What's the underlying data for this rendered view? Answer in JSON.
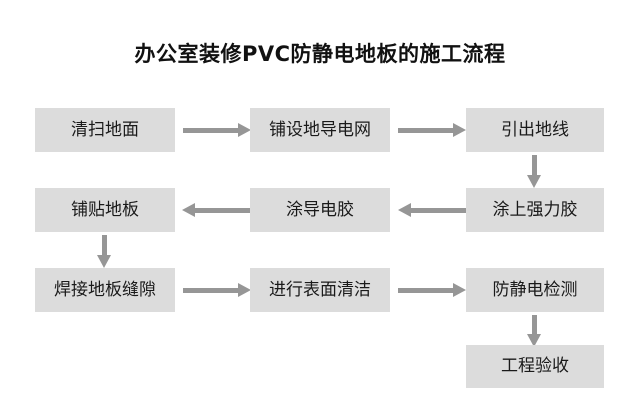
{
  "chart_data": {
    "type": "diagram",
    "diagram_type": "flowchart",
    "title": "办公室装修PVC防静电地板的施工流程",
    "orientation": "serpentine-left-right",
    "colors": {
      "node_fill": "#dcdcdc",
      "node_text": "#1a1a1a",
      "edge": "#969696",
      "background": "#ffffff",
      "title_text": "#111111"
    },
    "nodes": [
      {
        "id": "n1",
        "label": "清扫地面",
        "row": 1,
        "col": 1
      },
      {
        "id": "n2",
        "label": "铺设地导电网",
        "row": 1,
        "col": 2
      },
      {
        "id": "n3",
        "label": "引出地线",
        "row": 1,
        "col": 3
      },
      {
        "id": "n4",
        "label": "涂上强力胶",
        "row": 2,
        "col": 3
      },
      {
        "id": "n5",
        "label": "涂导电胶",
        "row": 2,
        "col": 2
      },
      {
        "id": "n6",
        "label": "铺贴地板",
        "row": 2,
        "col": 1
      },
      {
        "id": "n7",
        "label": "焊接地板缝隙",
        "row": 3,
        "col": 1
      },
      {
        "id": "n8",
        "label": "进行表面清洁",
        "row": 3,
        "col": 2
      },
      {
        "id": "n9",
        "label": "防静电检测",
        "row": 3,
        "col": 3
      },
      {
        "id": "n10",
        "label": "工程验收",
        "row": 4,
        "col": 3
      }
    ],
    "edges": [
      {
        "from": "n1",
        "to": "n2",
        "direction": "right"
      },
      {
        "from": "n2",
        "to": "n3",
        "direction": "right"
      },
      {
        "from": "n3",
        "to": "n4",
        "direction": "down"
      },
      {
        "from": "n4",
        "to": "n5",
        "direction": "left"
      },
      {
        "from": "n5",
        "to": "n6",
        "direction": "left"
      },
      {
        "from": "n6",
        "to": "n7",
        "direction": "down"
      },
      {
        "from": "n7",
        "to": "n8",
        "direction": "right"
      },
      {
        "from": "n8",
        "to": "n9",
        "direction": "right"
      },
      {
        "from": "n9",
        "to": "n10",
        "direction": "down"
      }
    ]
  }
}
